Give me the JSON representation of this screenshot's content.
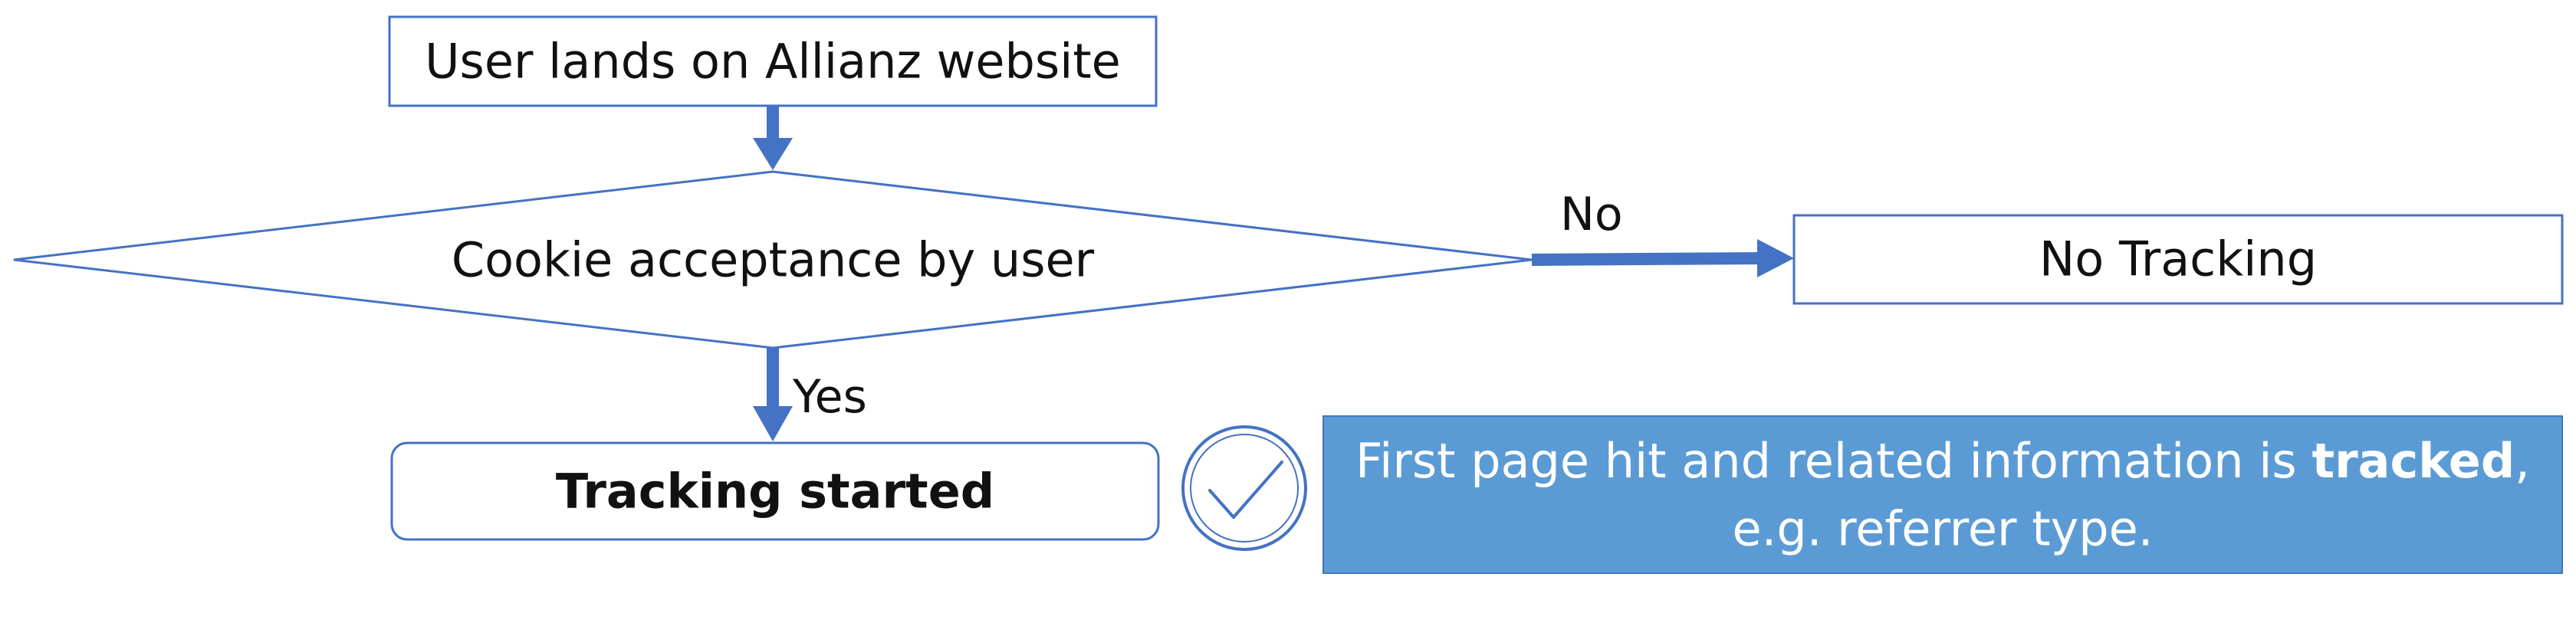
{
  "nodes": {
    "start": {
      "label": "User lands on Allianz website"
    },
    "decision": {
      "label": "Cookie acceptance by user"
    },
    "no_tracking": {
      "label": "No Tracking"
    },
    "tracking_started": {
      "label": "Tracking started"
    }
  },
  "edges": {
    "no_label": "No",
    "yes_label": "Yes"
  },
  "info_box": {
    "line1_prefix": "First page hit and related information is ",
    "line1_bold": "tracked",
    "line1_suffix": ",",
    "line2": "e.g. referrer type."
  },
  "icons": {
    "status": "checkmark-circle-icon"
  },
  "colors": {
    "outline": "#4472C4",
    "arrow": "#4472C4",
    "info_fill": "#5B9BD5",
    "info_text": "#FFFFFF"
  }
}
